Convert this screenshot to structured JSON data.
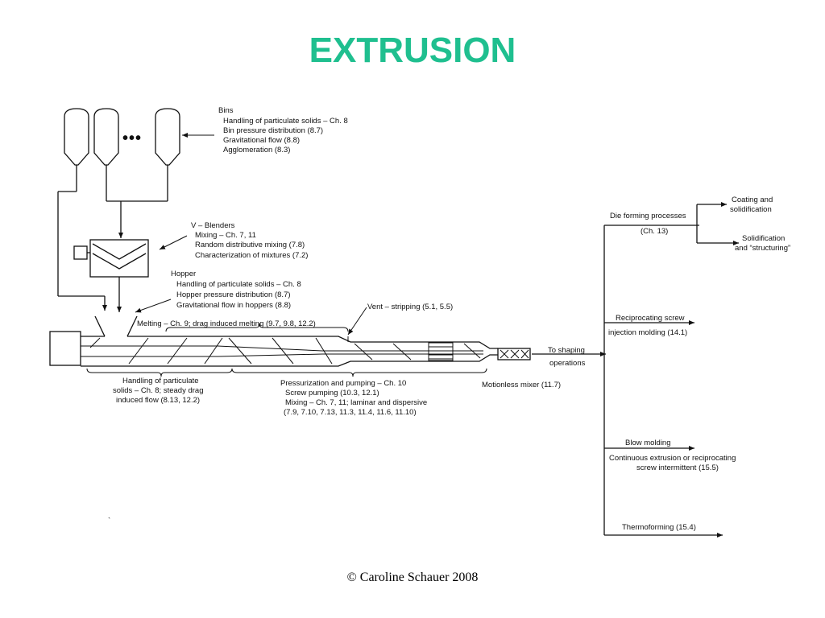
{
  "title": "EXTRUSION",
  "accent_color": "#1fbf8f",
  "footer": "© Caroline Schauer 2008",
  "diagram": {
    "ellipsis": "•••",
    "bins": {
      "heading": "Bins",
      "lines": [
        "Handling of particulate solids – Ch. 8",
        "Bin pressure distribution (8.7)",
        "Gravitational flow (8.8)",
        "Agglomeration (8.3)"
      ]
    },
    "blenders": {
      "heading": "V – Blenders",
      "lines": [
        "Mixing – Ch. 7, 11",
        "Random distributive mixing (7.8)",
        "Characterization of mixtures (7.2)"
      ]
    },
    "hopper": {
      "heading": "Hopper",
      "lines": [
        "Handling of particulate solids – Ch. 8",
        "Hopper pressure distribution (8.7)",
        "Gravitational flow in hoppers (8.8)"
      ]
    },
    "melting": "Melting – Ch. 9; drag induced melting (9.7, 9.8, 12.2)",
    "vent": "Vent – stripping (5.1, 5.5)",
    "solids": [
      "Handling of particulate",
      "solids – Ch. 8; steady drag",
      "induced flow (8.13, 12.2)"
    ],
    "pressurization": [
      "Pressurization and pumping – Ch. 10",
      "Screw pumping (10.3, 12.1)",
      "Mixing – Ch. 7, 11; laminar and dispersive",
      "(7.9, 7.10, 7.13, 11.3, 11.4, 11.6, 11.10)"
    ],
    "motionless": "Motionless mixer (11.7)",
    "to_shaping": [
      "To shaping",
      "operations"
    ],
    "die_forming": {
      "top": "Die forming processes",
      "bottom": "(Ch. 13)"
    },
    "coating": [
      "Coating and",
      "solidification"
    ],
    "solidification": [
      "Solidification",
      "and “structuring”"
    ],
    "reciprocating": {
      "top": "Reciprocating screw",
      "bottom": "injection molding (14.1)"
    },
    "blow": {
      "top": "Blow molding",
      "bottom": [
        "Continuous extrusion or reciprocating",
        "screw intermittent (15.5)"
      ]
    },
    "thermoforming": "Thermoforming (15.4)",
    "stray_mark": "`"
  }
}
